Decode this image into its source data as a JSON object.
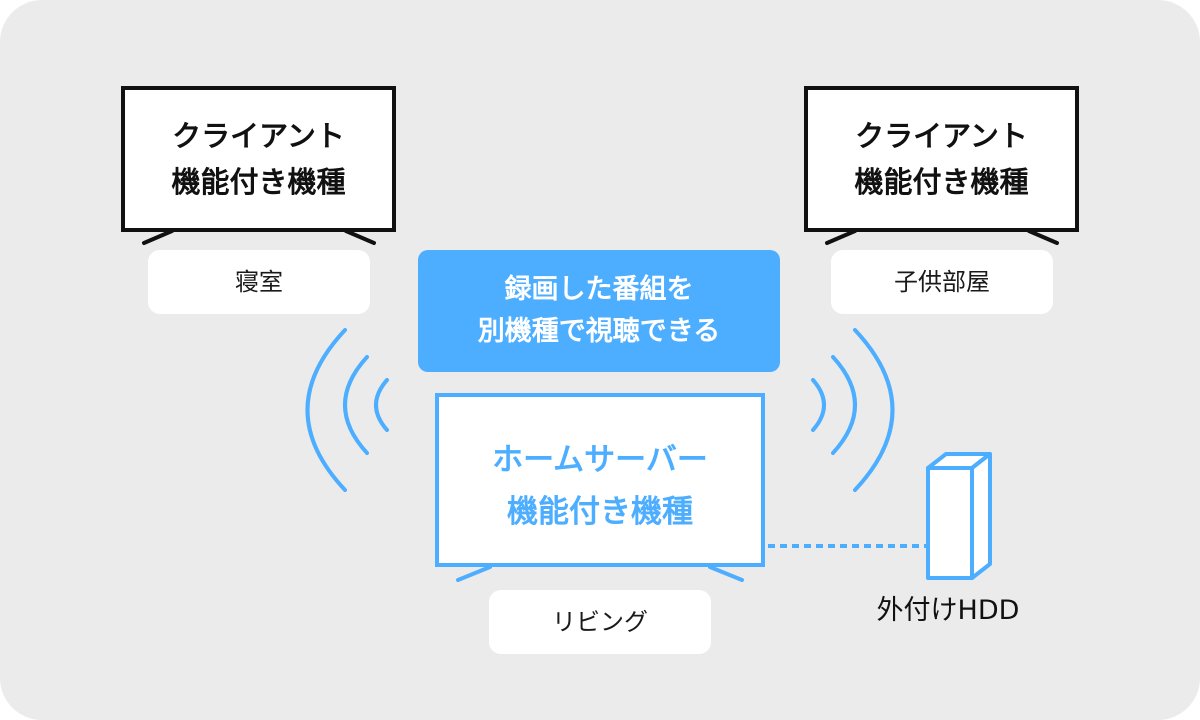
{
  "clients": [
    {
      "line1": "クライアント",
      "line2": "機能付き機種",
      "room": "寝室"
    },
    {
      "line1": "クライアント",
      "line2": "機能付き機種",
      "room": "子供部屋"
    }
  ],
  "server": {
    "line1": "ホームサーバー",
    "line2": "機能付き機種",
    "room": "リビング"
  },
  "callout": {
    "line1": "録画した番組を",
    "line2": "別機種で視聴できる"
  },
  "hdd": {
    "label": "外付けHDD"
  },
  "colors": {
    "accent": "#4daeff",
    "background": "#ebebeb",
    "dark": "#111111"
  }
}
